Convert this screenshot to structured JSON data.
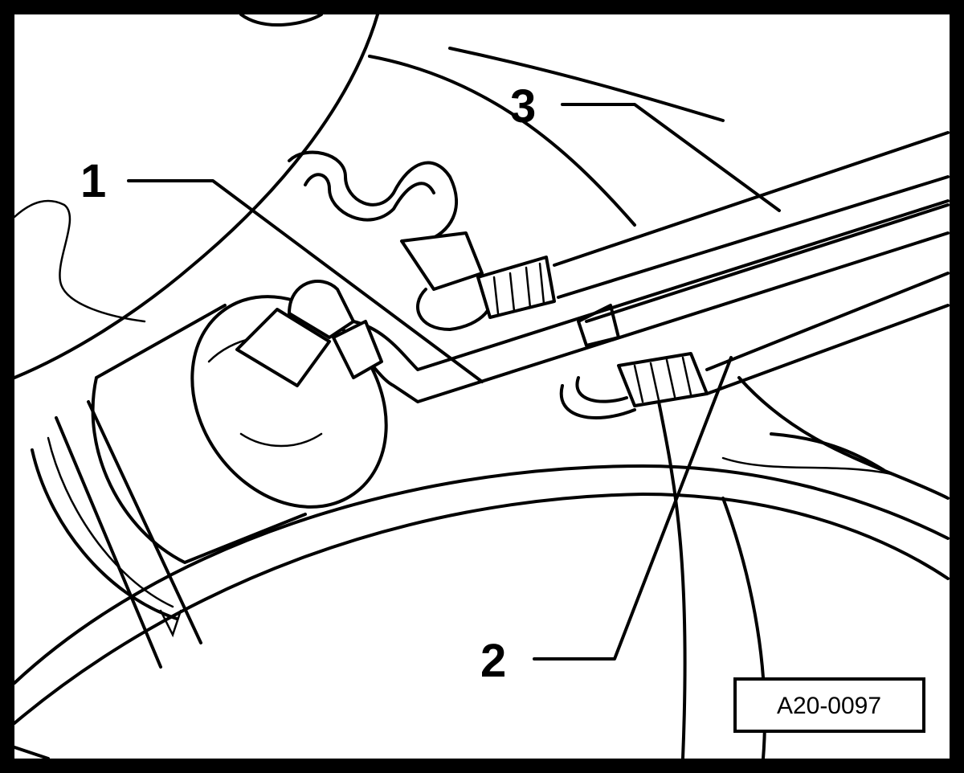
{
  "callouts": [
    {
      "id": "1",
      "label": "1"
    },
    {
      "id": "2",
      "label": "2"
    },
    {
      "id": "3",
      "label": "3"
    }
  ],
  "reference_code": "A20-0097"
}
